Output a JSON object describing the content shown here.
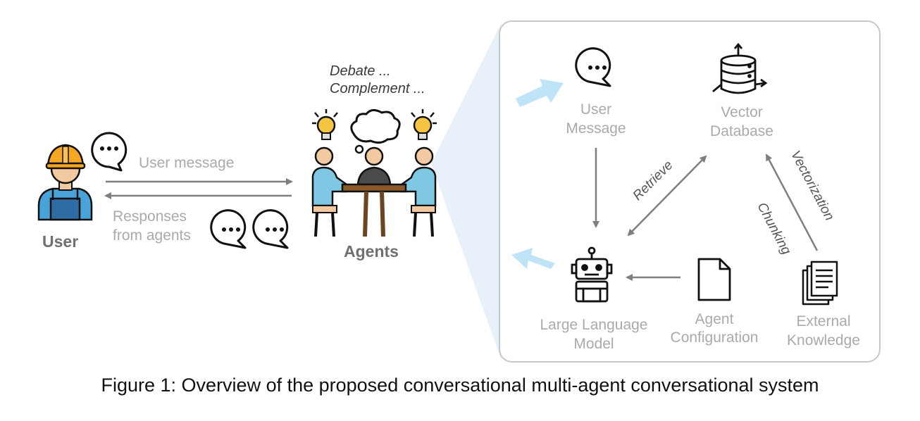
{
  "left": {
    "user_label": "User",
    "user_message_label": "User message",
    "responses_label_line1": "Responses",
    "responses_label_line2": "from agents",
    "agents_label": "Agents",
    "thought_line1": "Debate ...",
    "thought_line2": "Complement ..."
  },
  "panel": {
    "user_message_line1": "User",
    "user_message_line2": "Message",
    "vector_db_line1": "Vector",
    "vector_db_line2": "Database",
    "llm_line1": "Large Language",
    "llm_line2": "Model",
    "agent_config_line1": "Agent",
    "agent_config_line2": "Configuration",
    "external_line1": "External",
    "external_line2": "Knowledge",
    "retrieve_label": "Retrieve",
    "vectorization_label": "Vectorization",
    "chunking_label": "Chunking"
  },
  "caption": "Figure 1: Overview of the proposed conversational multi-agent conversational system",
  "colors": {
    "arrow": "#7f7f7f",
    "panel_border": "#c8c8c8",
    "projection": "#e4eef9",
    "flow_arrow": "#bfe3f7",
    "icon_stroke": "#111111",
    "agent_shirt": "#7ec8e3",
    "skin": "#f2c9a0",
    "helmet": "#f5a623"
  }
}
